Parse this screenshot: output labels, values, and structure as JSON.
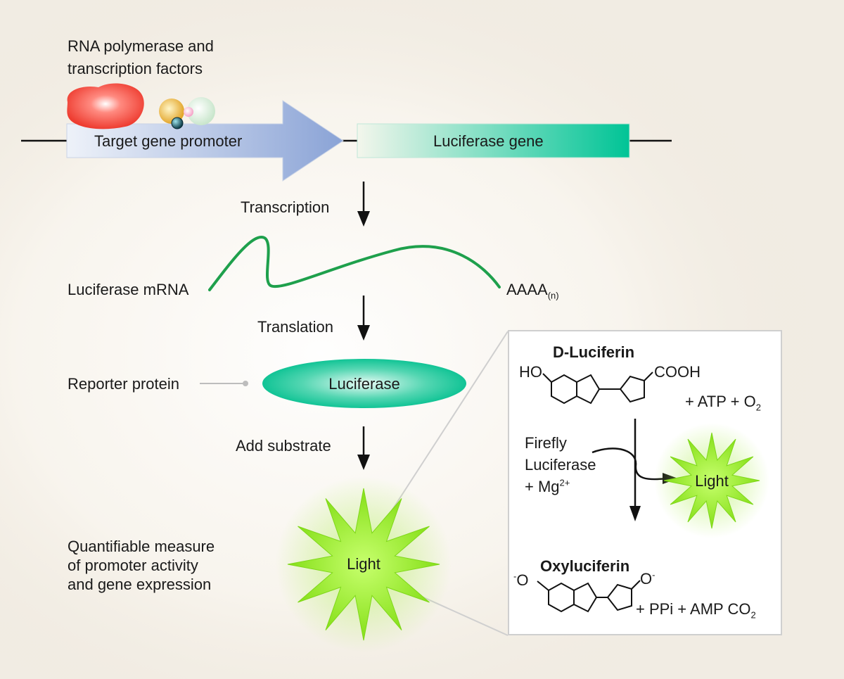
{
  "labels": {
    "polymerase_line1": "RNA polymerase and",
    "polymerase_line2": "transcription factors",
    "promoter": "Target gene promoter",
    "gene": "Luciferase gene",
    "transcription": "Transcription",
    "mrna": "Luciferase mRNA",
    "polya": "AAAA",
    "polya_sub": "(n)",
    "translation": "Translation",
    "reporter": "Reporter protein",
    "luciferase": "Luciferase",
    "add_substrate": "Add substrate",
    "light": "Light",
    "measure_line1": "Quantifiable measure",
    "measure_line2": "of promoter activity",
    "measure_line3": "and gene expression"
  },
  "reaction": {
    "substrate_name": "D-Luciferin",
    "ho": "HO",
    "cooh": "COOH",
    "atp_o2": "+ ATP + O",
    "o2_sub": "2",
    "enzyme_line1": "Firefly",
    "enzyme_line2": "Luciferase",
    "enzyme_line3": "+ Mg",
    "mg_sup": "2+",
    "light": "Light",
    "product_name": "Oxyluciferin",
    "o_left": "O",
    "o_left_sup": "-",
    "o_right": "O",
    "o_right_sup": "-",
    "byproducts": "+ PPi + AMP  CO",
    "co2_sub": "2"
  },
  "colors": {
    "gene_teal": "#00c496",
    "promoter_blue": "#8ea6d8",
    "star_green": "#8be21c",
    "polymerase_red": "#f04a3c",
    "mrna_green": "#1aa04a"
  }
}
